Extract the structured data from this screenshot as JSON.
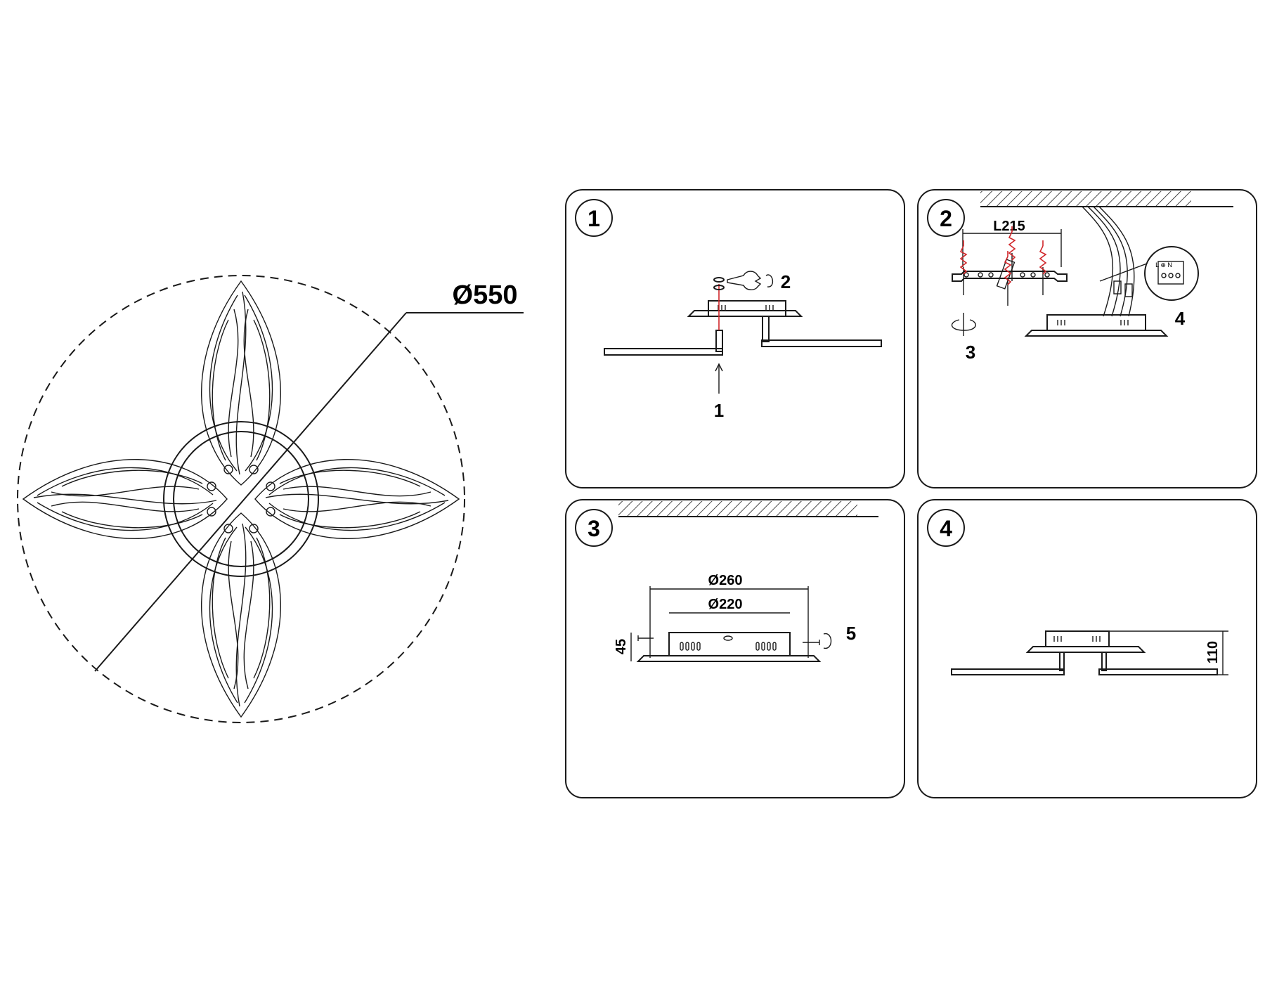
{
  "overview": {
    "diameter_label": "Ø550"
  },
  "steps": [
    {
      "number": "1",
      "callouts": [
        "1",
        "2"
      ]
    },
    {
      "number": "2",
      "dimension": "L215",
      "callouts": [
        "3",
        "4"
      ]
    },
    {
      "number": "3",
      "outer_diameter": "Ø260",
      "inner_diameter": "Ø220",
      "height": "45",
      "callouts": [
        "5"
      ]
    },
    {
      "number": "4",
      "total_height": "110"
    }
  ]
}
